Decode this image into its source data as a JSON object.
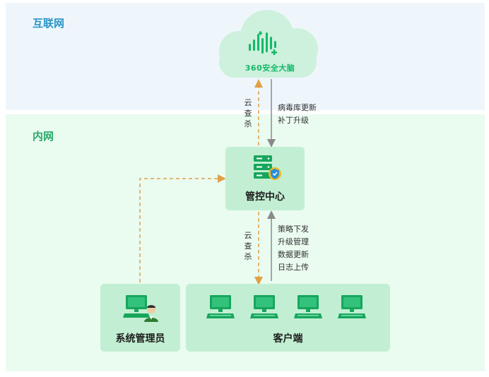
{
  "zones": {
    "internet": {
      "label": "互联网"
    },
    "intranet": {
      "label": "内网"
    }
  },
  "cloud": {
    "brand": "360安全大脑",
    "icon": "360-logo-icon"
  },
  "control_center": {
    "label": "管控中心",
    "icon": "server-shield-icon"
  },
  "admin": {
    "label": "系统管理员",
    "icon": "admin-computer-icon"
  },
  "clients": {
    "label": "客户端",
    "count": 4,
    "icon": "computer-icon"
  },
  "links": {
    "cloud_scan_top": [
      "云",
      "查",
      "杀"
    ],
    "cloud_scan_bottom": [
      "云",
      "查",
      "杀"
    ],
    "download_top": [
      "病毒库更新",
      "补丁升级"
    ],
    "download_bottom": [
      "策略下发",
      "升级管理",
      "数据更新",
      "日志上传"
    ]
  },
  "colors": {
    "internet_bg": "#eef6fc",
    "intranet_bg": "#eafbf0",
    "box_bg": "#c2efd3",
    "brand_green": "#16b86a",
    "dashed_arrow": "#e2a044",
    "solid_arrow": "#8a8a8a"
  }
}
